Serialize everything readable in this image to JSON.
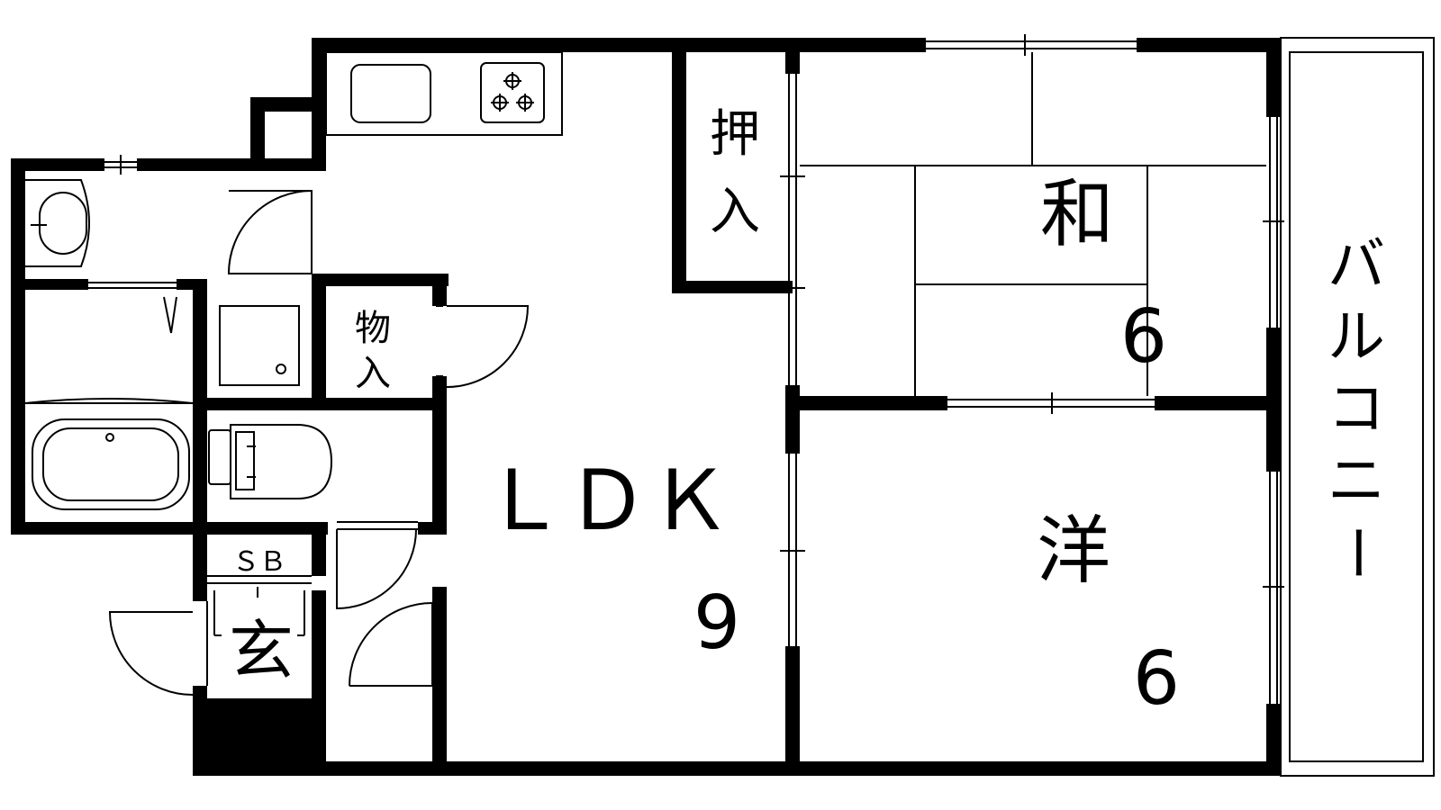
{
  "rooms": {
    "oshiire": [
      "押",
      "入"
    ],
    "washitsu": {
      "name": "和",
      "size": "6"
    },
    "ldk": {
      "name": "ＬＤＫ",
      "size": "9"
    },
    "youshitsu": {
      "name": "洋",
      "size": "6"
    },
    "storage": [
      "物",
      "入"
    ],
    "shoebox": "ＳＢ",
    "entrance": "玄",
    "balcony": [
      "バ",
      "ル",
      "コ",
      "ニ",
      "ー"
    ]
  },
  "colors": {
    "wall": "#000000",
    "background": "#ffffff"
  },
  "icons": [
    "stove-icon",
    "kitchen-sink-icon",
    "washbasin-icon",
    "bathtub-icon",
    "toilet-icon",
    "washing-machine-pan-icon"
  ]
}
